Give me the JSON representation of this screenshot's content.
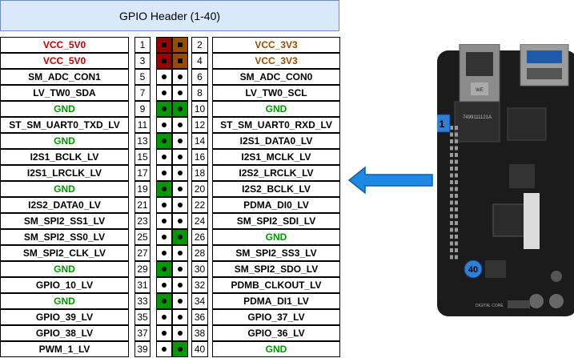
{
  "title": "GPIO Header (1-40)",
  "colors": {
    "vcc5": "#990000",
    "vcc3": "#994c00",
    "gnd": "#009900",
    "signal": "#000000",
    "pin_red": "#990000",
    "pin_brown": "#994c00",
    "pin_green": "#009900"
  },
  "rows": [
    {
      "odd_label": "VCC_5V0",
      "odd_num": "1",
      "even_num": "2",
      "even_label": "VCC_3V3",
      "odd_color": "#cc0000",
      "even_color": "#994c00",
      "odd_pin": "vcc5",
      "even_pin": "vcc3"
    },
    {
      "odd_label": "VCC_5V0",
      "odd_num": "3",
      "even_num": "4",
      "even_label": "VCC_3V3",
      "odd_color": "#cc0000",
      "even_color": "#994c00",
      "odd_pin": "vcc5",
      "even_pin": "vcc3"
    },
    {
      "odd_label": "SM_ADC_CON1",
      "odd_num": "5",
      "even_num": "6",
      "even_label": "SM_ADC_CON0",
      "odd_color": "#000000",
      "even_color": "#000000",
      "odd_pin": "sig",
      "even_pin": "sig"
    },
    {
      "odd_label": "LV_TW0_SDA",
      "odd_num": "7",
      "even_num": "8",
      "even_label": "LV_TW0_SCL",
      "odd_color": "#000000",
      "even_color": "#000000",
      "odd_pin": "sig",
      "even_pin": "sig"
    },
    {
      "odd_label": "GND",
      "odd_num": "9",
      "even_num": "10",
      "even_label": "GND",
      "odd_color": "#009900",
      "even_color": "#009900",
      "odd_pin": "gnd",
      "even_pin": "gnd"
    },
    {
      "odd_label": "ST_SM_UART0_TXD_LV",
      "odd_num": "11",
      "even_num": "12",
      "even_label": "ST_SM_UART0_RXD_LV",
      "odd_color": "#000000",
      "even_color": "#000000",
      "odd_pin": "sig",
      "even_pin": "sig"
    },
    {
      "odd_label": "GND",
      "odd_num": "13",
      "even_num": "14",
      "even_label": "I2S1_DATA0_LV",
      "odd_color": "#009900",
      "even_color": "#000000",
      "odd_pin": "gnd",
      "even_pin": "sig"
    },
    {
      "odd_label": "I2S1_BCLK_LV",
      "odd_num": "15",
      "even_num": "16",
      "even_label": "I2S1_MCLK_LV",
      "odd_color": "#000000",
      "even_color": "#000000",
      "odd_pin": "sig",
      "even_pin": "sig"
    },
    {
      "odd_label": "I2S1_LRCLK_LV",
      "odd_num": "17",
      "even_num": "18",
      "even_label": "I2S2_LRCLK_LV",
      "odd_color": "#000000",
      "even_color": "#000000",
      "odd_pin": "sig",
      "even_pin": "sig"
    },
    {
      "odd_label": "GND",
      "odd_num": "19",
      "even_num": "20",
      "even_label": "I2S2_BCLK_LV",
      "odd_color": "#009900",
      "even_color": "#000000",
      "odd_pin": "gnd",
      "even_pin": "sig"
    },
    {
      "odd_label": "I2S2_DATA0_LV",
      "odd_num": "21",
      "even_num": "22",
      "even_label": "PDMA_DI0_LV",
      "odd_color": "#000000",
      "even_color": "#000000",
      "odd_pin": "sig",
      "even_pin": "sig"
    },
    {
      "odd_label": "SM_SPI2_SS1_LV",
      "odd_num": "23",
      "even_num": "24",
      "even_label": "SM_SPI2_SDI_LV",
      "odd_color": "#000000",
      "even_color": "#000000",
      "odd_pin": "sig",
      "even_pin": "sig"
    },
    {
      "odd_label": "SM_SPI2_SS0_LV",
      "odd_num": "25",
      "even_num": "26",
      "even_label": "GND",
      "odd_color": "#000000",
      "even_color": "#009900",
      "odd_pin": "sig",
      "even_pin": "gnd"
    },
    {
      "odd_label": "SM_SPI2_CLK_LV",
      "odd_num": "27",
      "even_num": "28",
      "even_label": "SM_SPI2_SS3_LV",
      "odd_color": "#000000",
      "even_color": "#000000",
      "odd_pin": "sig",
      "even_pin": "sig"
    },
    {
      "odd_label": "GND",
      "odd_num": "29",
      "even_num": "30",
      "even_label": "SM_SPI2_SDO_LV",
      "odd_color": "#009900",
      "even_color": "#000000",
      "odd_pin": "gnd",
      "even_pin": "sig"
    },
    {
      "odd_label": "GPIO_10_LV",
      "odd_num": "31",
      "even_num": "32",
      "even_label": "PDMB_CLKOUT_LV",
      "odd_color": "#000000",
      "even_color": "#000000",
      "odd_pin": "sig",
      "even_pin": "sig"
    },
    {
      "odd_label": "GND",
      "odd_num": "33",
      "even_num": "34",
      "even_label": "PDMA_DI1_LV",
      "odd_color": "#009900",
      "even_color": "#000000",
      "odd_pin": "gnd",
      "even_pin": "sig"
    },
    {
      "odd_label": "GPIO_39_LV",
      "odd_num": "35",
      "even_num": "36",
      "even_label": "GPIO_37_LV",
      "odd_color": "#000000",
      "even_color": "#000000",
      "odd_pin": "sig",
      "even_pin": "sig"
    },
    {
      "odd_label": "GPIO_38_LV",
      "odd_num": "37",
      "even_num": "38",
      "even_label": "GPIO_36_LV",
      "odd_color": "#000000",
      "even_color": "#000000",
      "odd_pin": "sig",
      "even_pin": "sig"
    },
    {
      "odd_label": "PWM_1_LV",
      "odd_num": "39",
      "even_num": "40",
      "even_label": "GND",
      "odd_color": "#000000",
      "even_color": "#009900",
      "odd_pin": "sig",
      "even_pin": "gnd"
    }
  ],
  "board": {
    "pin1_label": "1",
    "pin40_label": "40",
    "chip_text": "7499111121A",
    "brand_text": "DIGITAL CORE"
  }
}
